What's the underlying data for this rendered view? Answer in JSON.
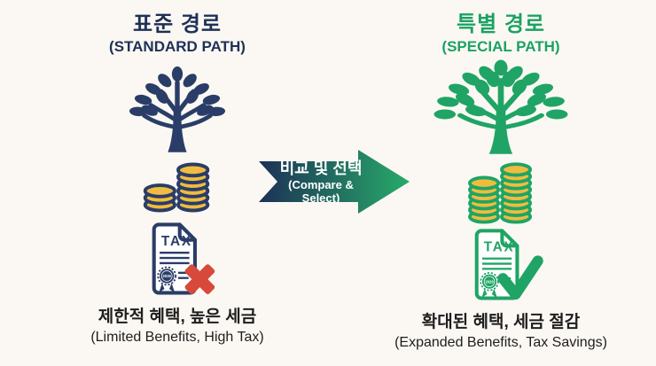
{
  "background_color": "#fbf8f3",
  "colors": {
    "navy": "#2a3d68",
    "navy_title": "#1f3057",
    "green": "#1fa465",
    "green_title": "#1ba262",
    "gold": "#f0bc3f",
    "red": "#d7493a",
    "dark_text": "#1e1e1e",
    "arrow_gradient_start": "#1d3056",
    "arrow_gradient_end": "#27ab69"
  },
  "standard_path": {
    "title_ko": "표준 경로",
    "title_en": "(STANDARD PATH)",
    "tax_label": "TAX",
    "badge_year": "2026",
    "coin_stacks": [
      3,
      6
    ],
    "caption_ko": "제한적 혜택, 높은 세금",
    "caption_en": "(Limited Benefits, High Tax)"
  },
  "compare_arrow": {
    "label_ko": "비교 및 선택",
    "label_en": "(Compare & Select)"
  },
  "special_path": {
    "title_ko": "특별 경로",
    "title_en": "(SPECIAL PATH)",
    "tax_label": "TAX",
    "badge_year": "2026",
    "coin_stacks": [
      6,
      8
    ],
    "caption_ko": "확대된 혜택, 세금 절감",
    "caption_en": "(Expanded Benefits, Tax Savings)"
  }
}
